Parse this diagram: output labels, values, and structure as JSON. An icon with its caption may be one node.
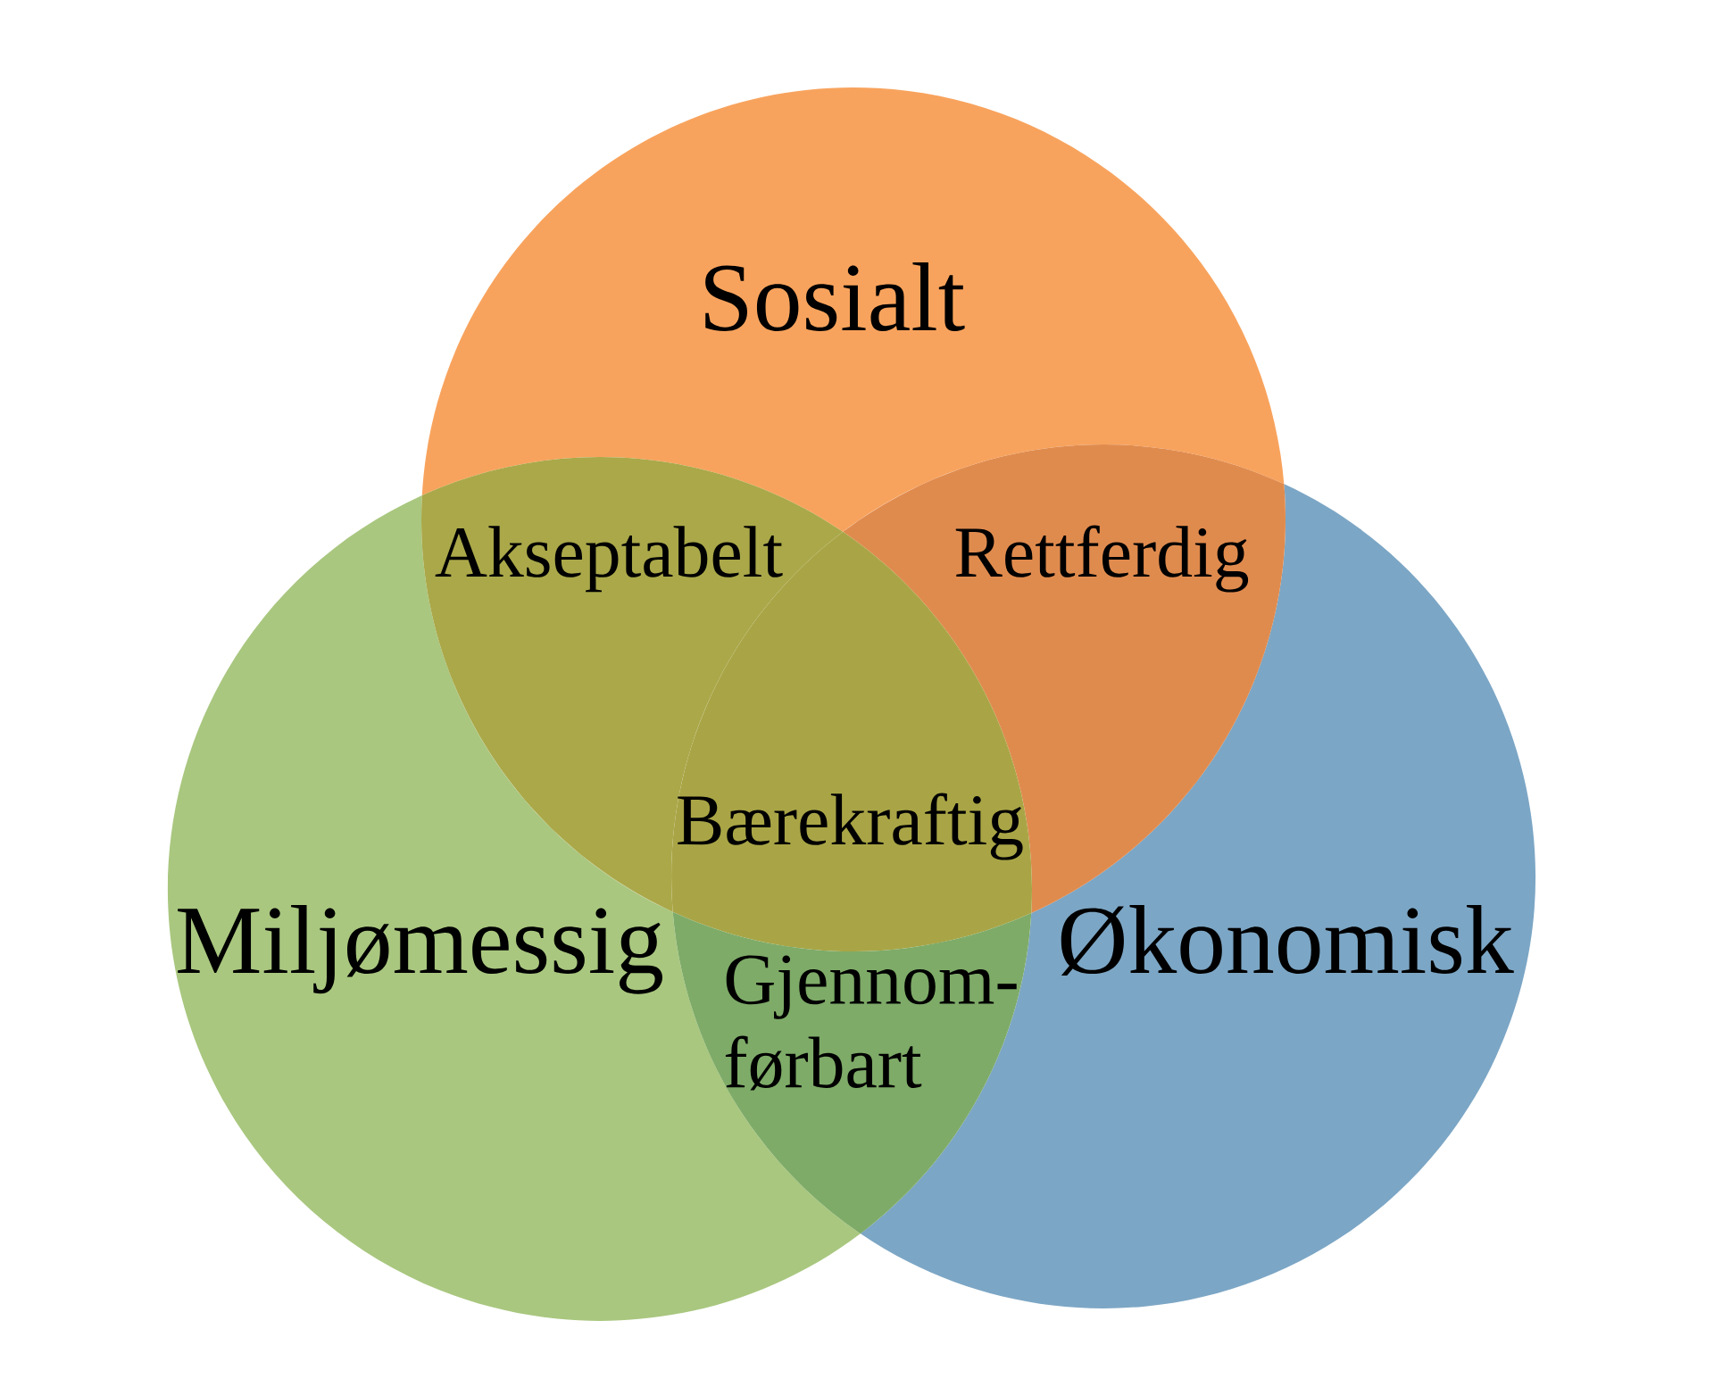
{
  "diagram": {
    "nodes": [
      {
        "text": [
          "Sosialt"
        ]
      },
      {
        "text": [
          "Miljømessig"
        ]
      },
      {
        "text": [
          "Økonomisk"
        ]
      }
    ],
    "labels": [
      "Akseptabelt",
      "Rettferdig",
      "Bærekraftig",
      "Gjennom- førbart"
    ]
  }
}
